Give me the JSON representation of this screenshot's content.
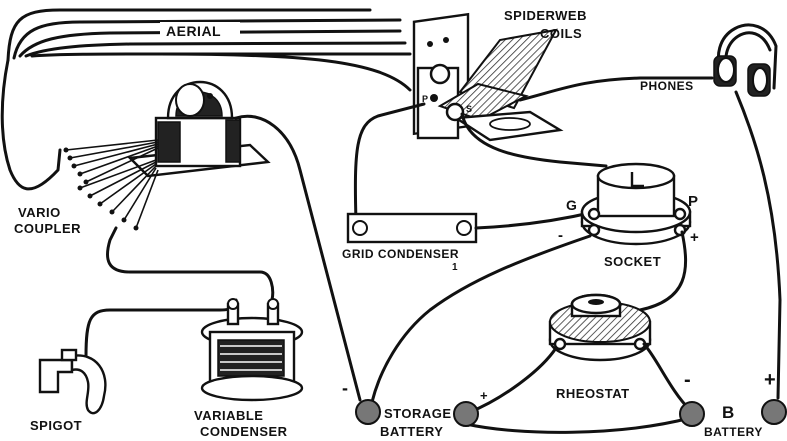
{
  "labels": {
    "aerial": "AERIAL",
    "spiderweb": "SPIDERWEB",
    "coils": "COILS",
    "phones": "PHONES",
    "vario": "VARIO",
    "coupler": "COUPLER",
    "grid_condenser": "GRID CONDENSER",
    "grid_num": "1",
    "socket": "SOCKET",
    "g": "G",
    "p": "P",
    "socket_minus": "-",
    "socket_plus": "+",
    "rheostat": "RHEOSTAT",
    "variable": "VARIABLE",
    "condenser": "CONDENSER",
    "spigot": "SPIGOT",
    "storage": "STORAGE",
    "battery": "BATTERY",
    "storage_minus": "-",
    "storage_plus": "+",
    "b": "B",
    "b_battery": "BATTERY",
    "b_minus": "-",
    "b_plus": "+",
    "coil_p": "P",
    "coil_s": "S"
  }
}
